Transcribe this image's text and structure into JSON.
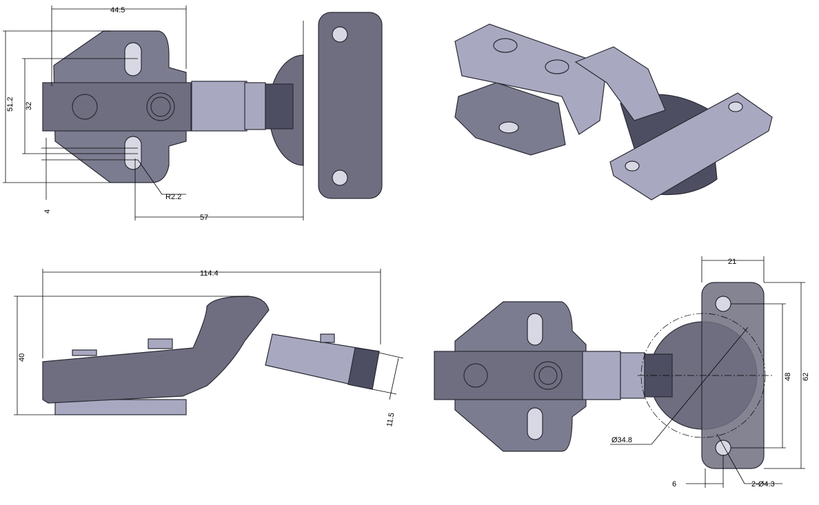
{
  "views": {
    "top": {
      "dimensions": {
        "width_top": "44.5",
        "height_overall": "51.2",
        "slot_pitch": "32",
        "offset": "4",
        "slot_radius": "R2.2",
        "length": "57"
      }
    },
    "side": {
      "dimensions": {
        "overall_length": "114.4",
        "height": "40",
        "cup_depth": "11.5"
      }
    },
    "front": {
      "dimensions": {
        "plate_width": "21",
        "hole_pitch": "48",
        "plate_height": "62",
        "cup_diameter": "Ø34.8",
        "hole_offset": "6",
        "hole_diameter": "2-Ø4.3"
      }
    }
  }
}
